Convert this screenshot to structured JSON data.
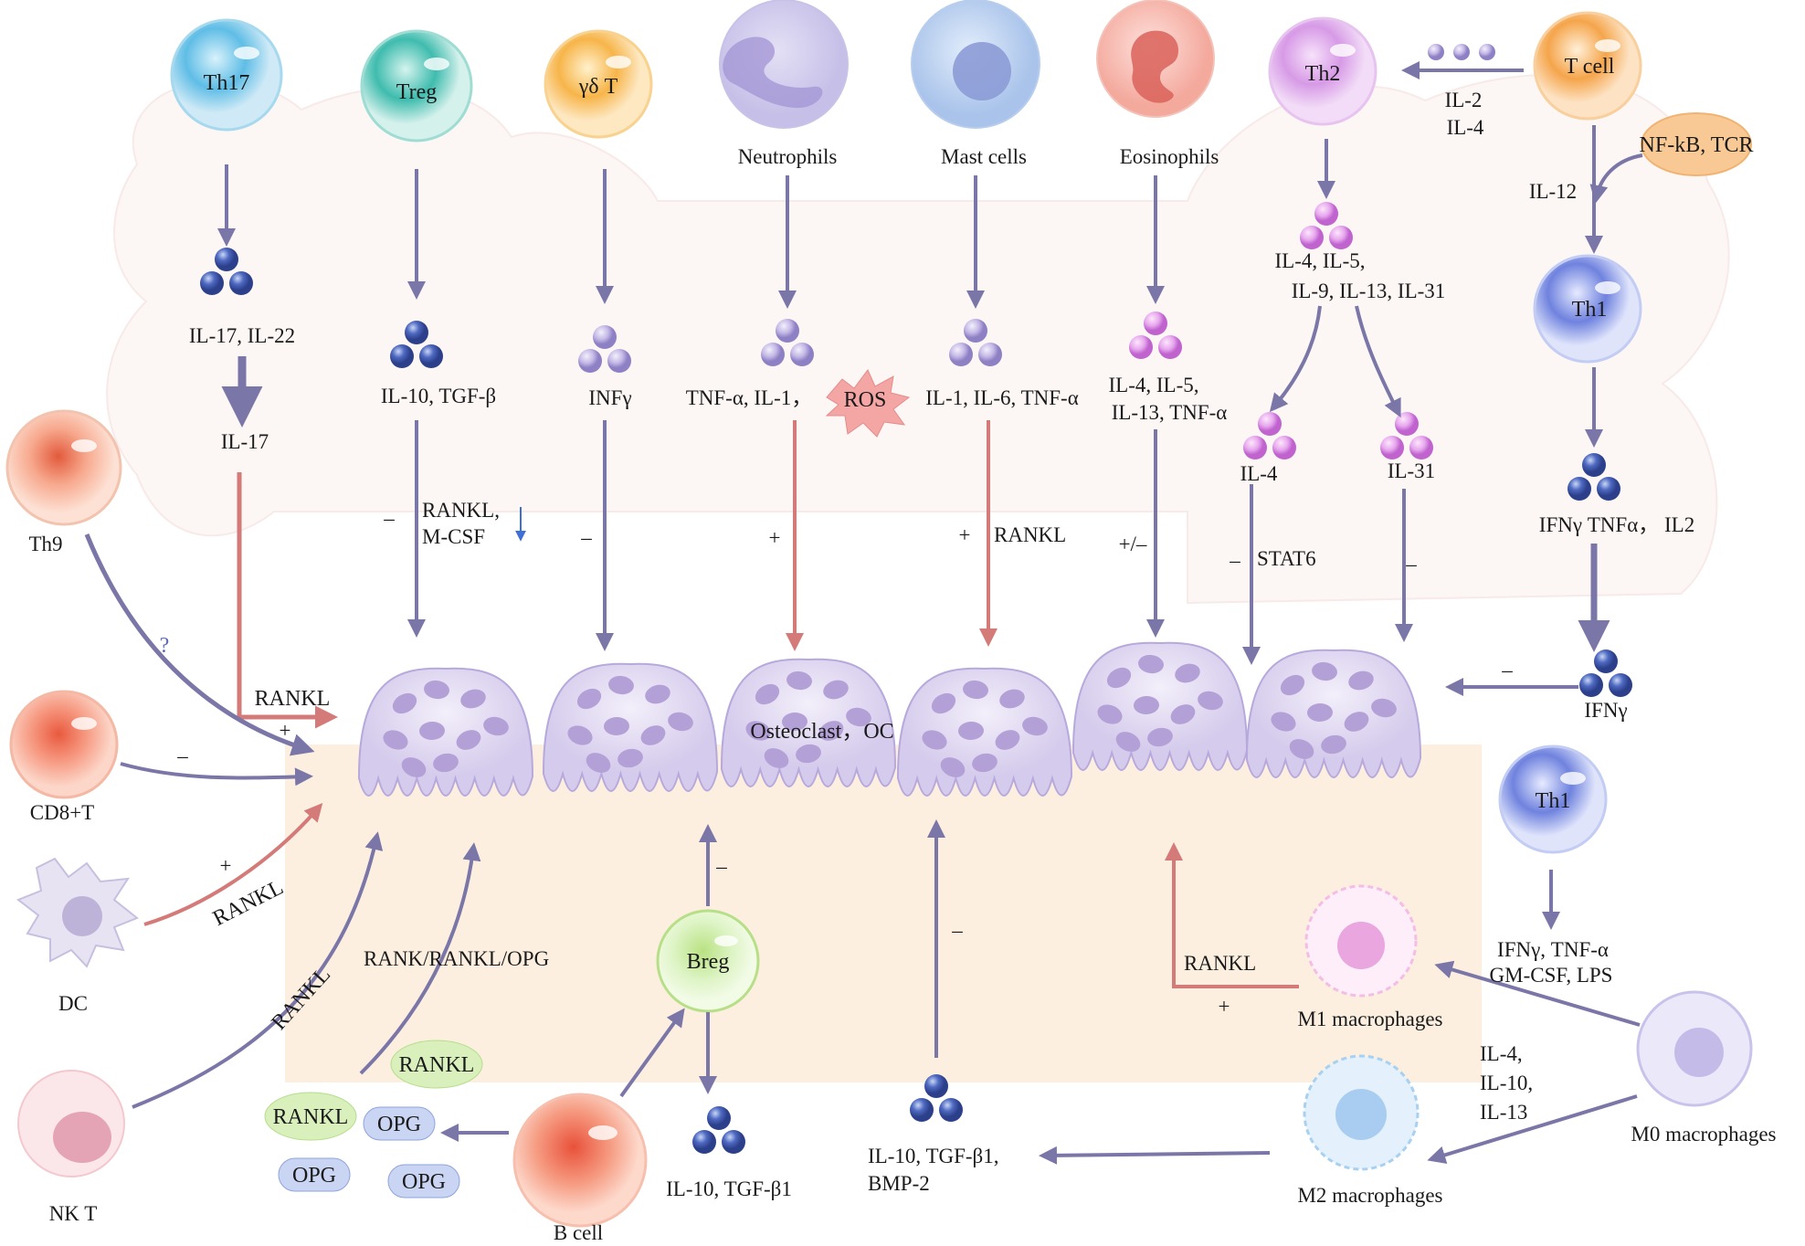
{
  "immune_cells": {
    "th17": "Th17",
    "treg": "Treg",
    "gd_t": "γδ T",
    "th2": "Th2",
    "t_cell": "T cell",
    "th1_top": "Th1",
    "th9": "Th9",
    "cd8t": "CD8+T",
    "dc": "DC",
    "nkt": "NK T",
    "breg": "Breg",
    "b_cell": "B cell",
    "th1_right": "Th1",
    "neutrophils": "Neutrophils",
    "mast_cells": "Mast cells",
    "eosinophils": "Eosinophils",
    "m1": "M1 macrophages",
    "m2": "M2 macrophages",
    "m0": "M0 macrophages"
  },
  "signals": {
    "nfkb_tcr": "NF-kB, TCR",
    "th17_cytokines": "IL-17, IL-22",
    "th17_effector": "IL-17",
    "treg_cytokines": "IL-10, TGF-β",
    "treg_rankl": "RANKL,",
    "treg_mcsf": "M-CSF",
    "gdt_cytokine": "INFγ",
    "neutrophil_cytokines": "TNF-α, IL-1，",
    "ros": "ROS",
    "mast_cytokines": "IL-1, IL-6, TNF-α",
    "eos_line1": "IL-4, IL-5,",
    "eos_line2": "IL-13, TNF-α",
    "tcell_il2": "IL-2",
    "tcell_il4": "IL-4",
    "il12": "IL-12",
    "th2_line1": "IL-4, IL-5,",
    "th2_line2": "IL-9, IL-13, IL-31",
    "il4": "IL-4",
    "il31": "IL-31",
    "stat6": "STAT6",
    "th1_cytokines": "IFNγ  TNFα，  IL2",
    "ifng": "IFNγ",
    "osteoclast": "Osteoclast，OC",
    "th17_rankl": "RANKL",
    "dc_rankl": "RANKL",
    "nkt_rankl": "RANKL",
    "rank_system": "RANK/RANKL/OPG",
    "rankl_a": "RANKL",
    "rankl_b": "RANKL",
    "opg_a": "OPG",
    "opg_b": "OPG",
    "opg_c": "OPG",
    "breg_cytokines": "IL-10, TGF-β1",
    "m2_line1": "IL-10, TGF-β1,",
    "m2_line2": "BMP-2",
    "m1_rankl": "RANKL",
    "m1_stim_line1": "IFNγ, TNF-α",
    "m1_stim_line2": "GM-CSF, LPS",
    "m2_stim_line1": "IL-4,",
    "m2_stim_line2": "IL-10,",
    "m2_stim_line3": "IL-13",
    "th9_unknown": "?"
  },
  "effects": {
    "treg": "–",
    "gdt": "–",
    "neutrophil": "+",
    "mast": "+",
    "eos": "+/–",
    "il4": "–",
    "il31": "–",
    "ifng": "–",
    "th17": "+",
    "cd8": "–",
    "dc": "+",
    "breg": "–",
    "m2": "–",
    "m1": "+"
  },
  "colors": {
    "arrow_purple": "#7b76a8",
    "arrow_red": "#d47a78",
    "bone_bg": "#fcefe0",
    "osteoclast": "#ddd3ef",
    "osteoclast_nuclei": "#b3a0d6"
  }
}
